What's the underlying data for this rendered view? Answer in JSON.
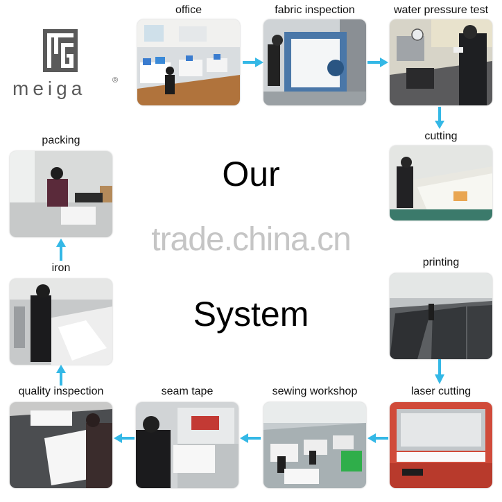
{
  "brand": {
    "name": "meiga",
    "registered_mark": "®"
  },
  "title": {
    "line1": "Our",
    "line2": "System"
  },
  "watermark": "trade.china.cn",
  "colors": {
    "arrow": "#34b8e6",
    "logo": "#5a5a5a",
    "text": "#111111"
  },
  "steps": [
    {
      "label": "office",
      "icon": "office-photo"
    },
    {
      "label": "fabric inspection",
      "icon": "fabric-inspection-photo"
    },
    {
      "label": "water pressure test",
      "icon": "water-pressure-test-photo"
    },
    {
      "label": "cutting",
      "icon": "cutting-photo"
    },
    {
      "label": "printing",
      "icon": "printing-photo"
    },
    {
      "label": "laser cutting",
      "icon": "laser-cutting-photo"
    },
    {
      "label": "sewing workshop",
      "icon": "sewing-workshop-photo"
    },
    {
      "label": "seam tape",
      "icon": "seam-tape-photo"
    },
    {
      "label": "quality inspection",
      "icon": "quality-inspection-photo"
    },
    {
      "label": "iron",
      "icon": "iron-photo"
    },
    {
      "label": "packing",
      "icon": "packing-photo"
    }
  ]
}
